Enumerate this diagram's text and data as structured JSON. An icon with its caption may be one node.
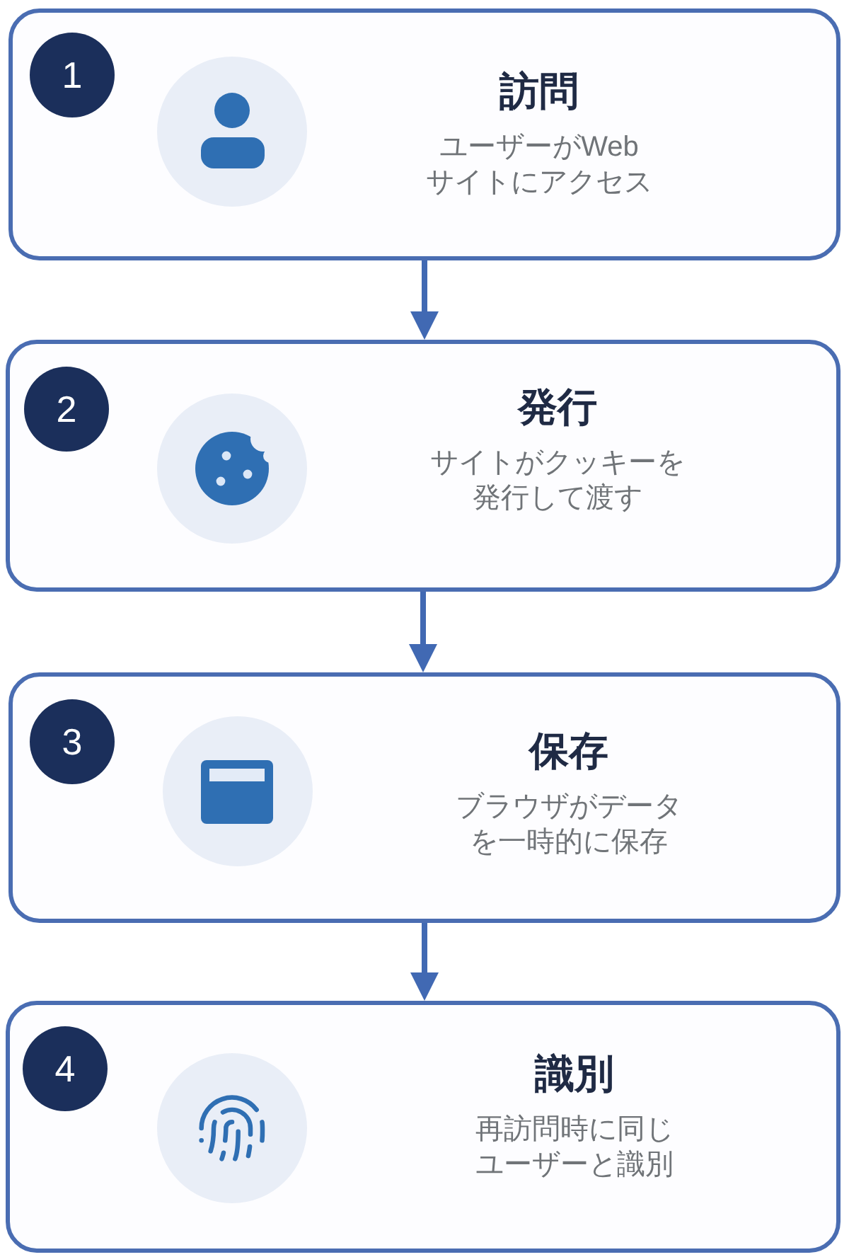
{
  "diagram": {
    "nodes": [
      {
        "text": [
          "訪問",
          "ユーザーがWebサイトにアクセス"
        ]
      },
      {
        "text": [
          "1"
        ],
        "in": 0
      },
      {
        "text": [
          "発行",
          "サイトがクッキーを発行して渡す"
        ]
      },
      {
        "text": [
          "2"
        ],
        "in": 2
      },
      {
        "text": [
          "保存",
          "ブラウザがデータを一時的に保存"
        ]
      },
      {
        "text": [
          "3"
        ],
        "in": 4
      },
      {
        "text": [
          "識別",
          "再訪問時に同じユーザーと識別"
        ]
      },
      {
        "text": [
          "4"
        ],
        "in": 6
      }
    ],
    "edges": [
      {
        "from": 0,
        "to": 2,
        "arrow": "to"
      },
      {
        "from": 2,
        "to": 4,
        "arrow": "to"
      },
      {
        "from": 4,
        "to": 6,
        "arrow": "to"
      }
    ]
  }
}
